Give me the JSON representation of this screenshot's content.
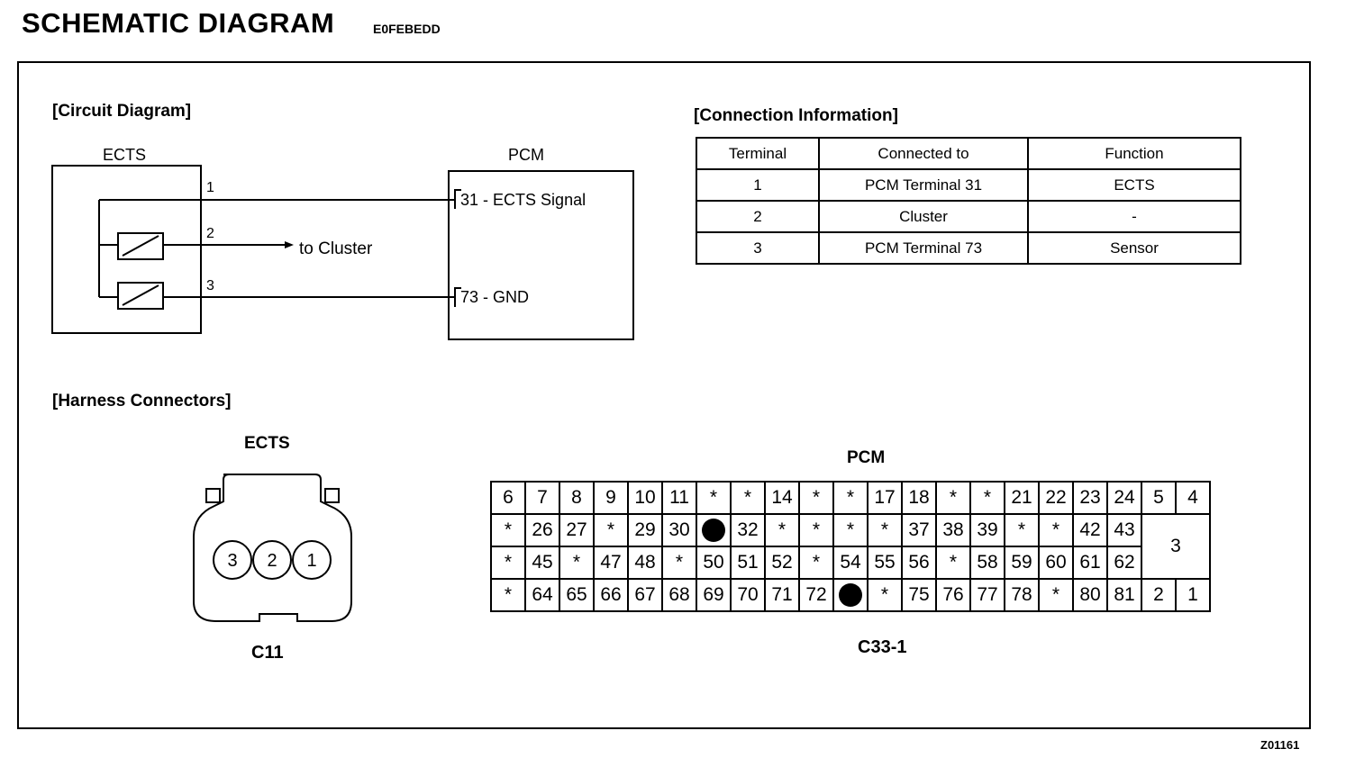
{
  "header": {
    "title": "SCHEMATIC  DIAGRAM",
    "code": "E0FEBEDD"
  },
  "footer": {
    "code": "Z01161"
  },
  "circuit": {
    "section_title": "[Circuit Diagram]",
    "ects_label": "ECTS",
    "pcm_label": "PCM",
    "pins": [
      "1",
      "2",
      "3"
    ],
    "to_cluster": "to Cluster",
    "pcm_pin1": {
      "num": "31",
      "text": "- ECTS Signal"
    },
    "pcm_pin2": {
      "num": "73",
      "text": "- GND"
    }
  },
  "connection": {
    "section_title": "[Connection Information]",
    "headers": [
      "Terminal",
      "Connected to",
      "Function"
    ],
    "rows": [
      [
        "1",
        "PCM Terminal 31",
        "ECTS"
      ],
      [
        "2",
        "Cluster",
        "-"
      ],
      [
        "3",
        "PCM Terminal 73",
        "Sensor"
      ]
    ]
  },
  "harness": {
    "section_title": "[Harness Connectors]",
    "ects": {
      "label": "ECTS",
      "pins": [
        "3",
        "2",
        "1"
      ],
      "id": "C11"
    },
    "pcm": {
      "label": "PCM",
      "id": "C33-1",
      "row1": [
        "6",
        "7",
        "8",
        "9",
        "10",
        "11",
        "*",
        "*",
        "14",
        "*",
        "*",
        "17",
        "18",
        "*",
        "*",
        "21",
        "22",
        "23",
        "24"
      ],
      "row1_end": [
        "5",
        "4"
      ],
      "row2": [
        "*",
        "26",
        "27",
        "*",
        "29",
        "30",
        "●",
        "32",
        "*",
        "*",
        "*",
        "*",
        "37",
        "38",
        "39",
        "*",
        "*",
        "42",
        "43"
      ],
      "row3": [
        "*",
        "45",
        "*",
        "47",
        "48",
        "*",
        "50",
        "51",
        "52",
        "*",
        "54",
        "55",
        "56",
        "*",
        "58",
        "59",
        "60",
        "61",
        "62"
      ],
      "row4": [
        "*",
        "64",
        "65",
        "66",
        "67",
        "68",
        "69",
        "70",
        "71",
        "72",
        "●",
        "*",
        "75",
        "76",
        "77",
        "78",
        "*",
        "80",
        "81"
      ],
      "right_block": "3",
      "row4_end": [
        "2",
        "1"
      ]
    }
  }
}
